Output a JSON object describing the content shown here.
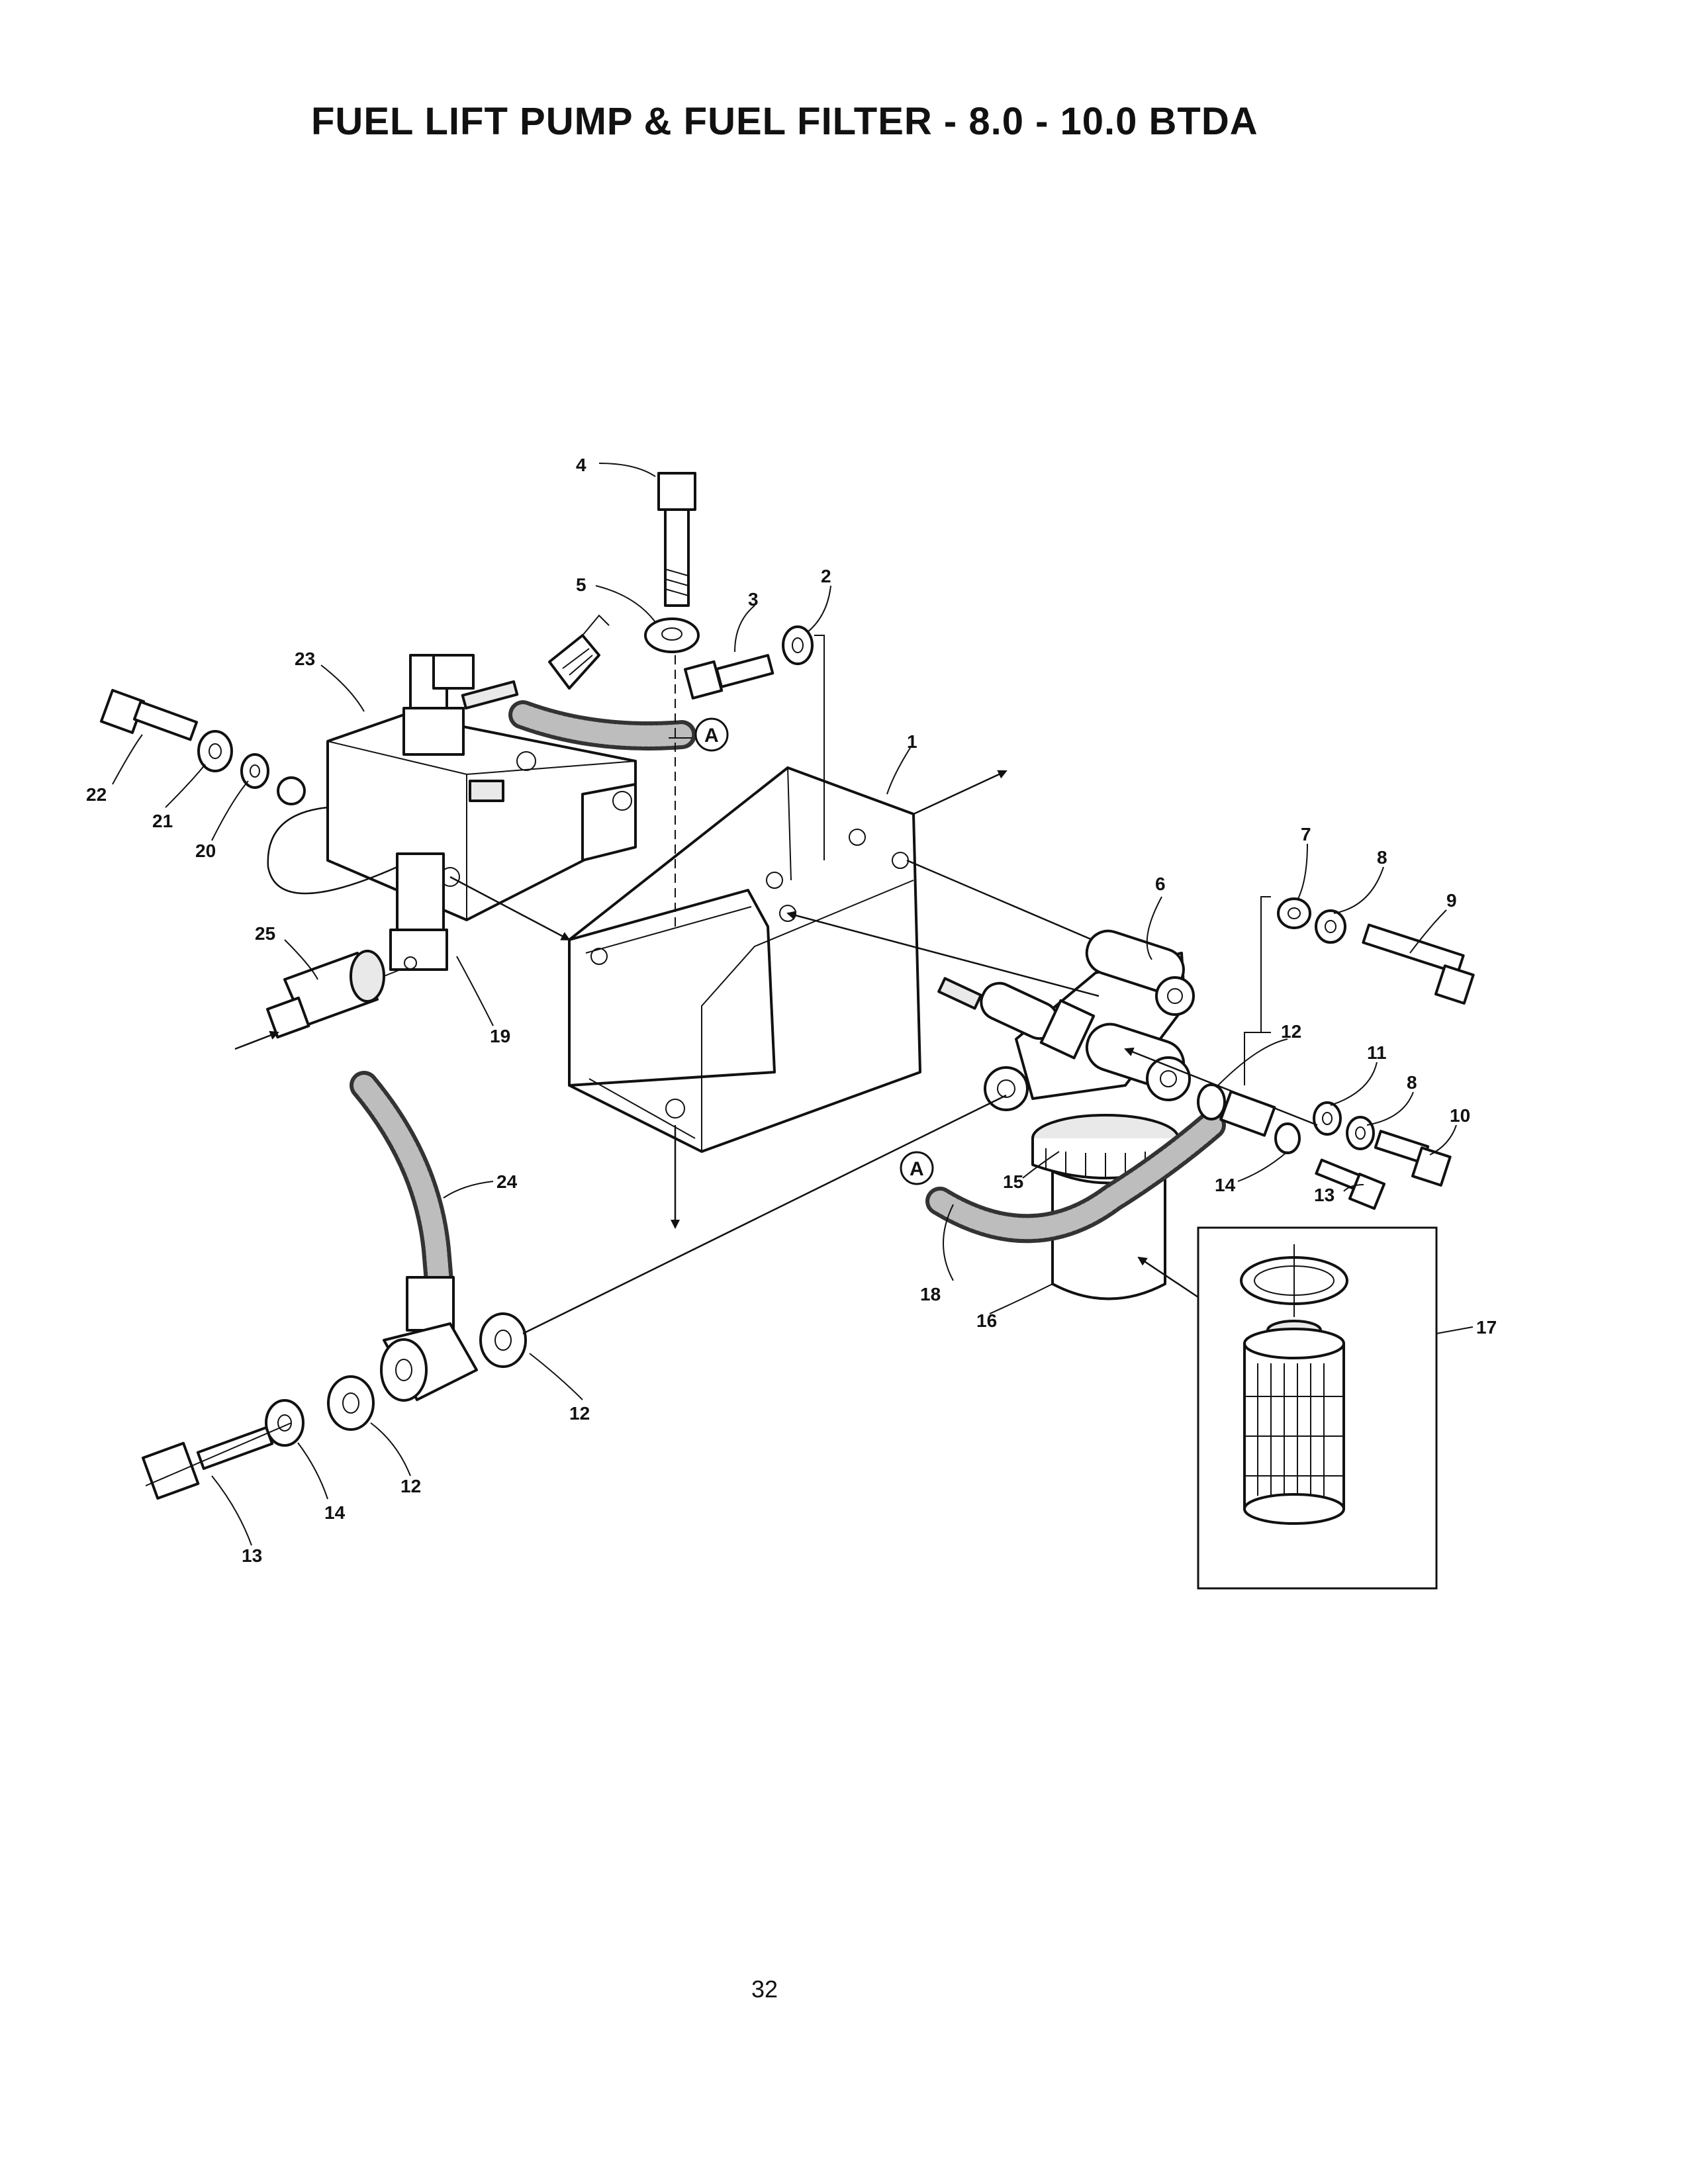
{
  "title": "FUEL LIFT PUMP & FUEL FILTER - 8.0 - 10.0 BTDA",
  "page_number": "32",
  "reference_letter": "A",
  "callouts": {
    "c1": "1",
    "c2": "2",
    "c3": "3",
    "c4": "4",
    "c5": "5",
    "c6": "6",
    "c7": "7",
    "c8a": "8",
    "c8b": "8",
    "c9": "9",
    "c10": "10",
    "c11": "11",
    "c12a": "12",
    "c12b": "12",
    "c12c": "12",
    "c13a": "13",
    "c13b": "13",
    "c14a": "14",
    "c14b": "14",
    "c15": "15",
    "c16": "16",
    "c17": "17",
    "c18": "18",
    "c19": "19",
    "c20": "20",
    "c21": "21",
    "c22": "22",
    "c23": "23",
    "c24": "24",
    "c25": "25"
  }
}
